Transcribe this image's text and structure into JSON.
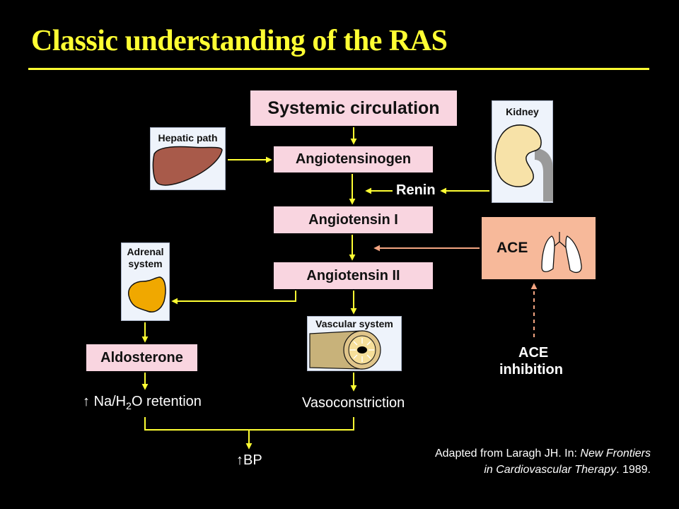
{
  "title": "Classic understanding of the RAS",
  "boxes": {
    "systemic": "Systemic circulation",
    "angiotensinogen": "Angiotensinogen",
    "ang1": "Angiotensin I",
    "ang2": "Angiotensin II",
    "aldosterone": "Aldosterone"
  },
  "panels": {
    "hepatic": "Hepatic path",
    "kidney": "Kidney",
    "adrenal": "Adrenal system",
    "vascular": "Vascular system"
  },
  "labels": {
    "renin": "Renin",
    "ace": "ACE",
    "ace_inhibition_1": "ACE",
    "ace_inhibition_2": "inhibition",
    "na_arrow": "↑",
    "na_pre": "Na/H",
    "na_sub": "2",
    "na_post": "O retention",
    "vasoconstriction": "Vasoconstriction",
    "bp_arrow": "↑",
    "bp": "BP"
  },
  "citation": {
    "line1_pre": "Adapted from Laragh JH. In: ",
    "line1_italic": "New Frontiers",
    "line2_italic": "in Cardiovascular Therapy",
    "line2_post": ". 1989."
  },
  "colors": {
    "title": "#ffff33",
    "arrow": "#ffff33",
    "box": "#f9d5e0",
    "ace_box": "#f7b99a",
    "ace_arrow": "#f4a582"
  }
}
